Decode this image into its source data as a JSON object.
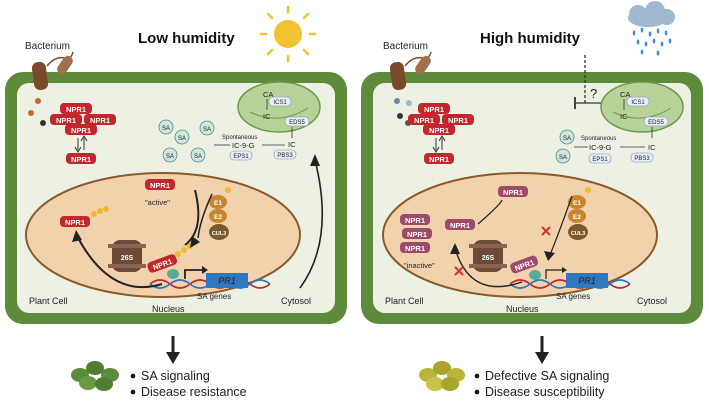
{
  "left_panel": {
    "title": "Low humidity",
    "bacterium_label": "Bacterium",
    "plant_cell_label": "Plant Cell",
    "nucleus_label": "Nucleus",
    "cytosol_label": "Cytosol",
    "npr1_label": "NPR1",
    "active_label": "\"active\"",
    "sa_label": "SA",
    "ca_label": "CA",
    "ics1_label": "ICS1",
    "ic_label": "IC",
    "eds5_label": "EDS5",
    "pbs3_label": "PBS3",
    "eps1_label": "EPS1",
    "ic9g_label": "IC-9-G",
    "spontaneous_label": "Spontaneous",
    "e1_label": "E1",
    "e2_label": "E2",
    "cul3_label": "CUL3",
    "proteasome_label": "26S",
    "pr1_label": "PR1",
    "sa_genes_label": "SA genes",
    "outcomes": [
      "SA signaling",
      "Disease resistance"
    ]
  },
  "right_panel": {
    "title": "High humidity",
    "bacterium_label": "Bacterium",
    "plant_cell_label": "Plant Cell",
    "nucleus_label": "Nucleus",
    "cytosol_label": "Cytosol",
    "npr1_label": "NPR1",
    "inactive_label": "\"inactive\"",
    "question_mark": "?",
    "sa_label": "SA",
    "ca_label": "CA",
    "ics1_label": "ICS1",
    "ic_label": "IC",
    "eds5_label": "EDS5",
    "pbs3_label": "PBS3",
    "eps1_label": "EPS1",
    "ic9g_label": "IC-9-G",
    "spontaneous_label": "Spontaneous",
    "e1_label": "E1",
    "e2_label": "E2",
    "cul3_label": "CUL3",
    "proteasome_label": "26S",
    "pr1_label": "PR1",
    "sa_genes_label": "SA genes",
    "outcomes": [
      "Defective SA signaling",
      "Disease susceptibility"
    ]
  },
  "colors": {
    "cell_wall": "#5e8a3c",
    "cytosol": "#ecf1e4",
    "nucleus": "#f2d2ad",
    "nucleus_border": "#8a5a2b",
    "npr1_red": "#c1272d",
    "npr1_mauve": "#9c4a6a",
    "chloroplast": "#b7d39a",
    "sa_circle": "#cfe6e0",
    "sun": "#f2c230",
    "cloud": "#9fb7cf",
    "rain": "#3a8fd8",
    "pr1_gene": "#2f77c0",
    "plant_healthy": "#5b8c3a",
    "plant_sick": "#b8b53a"
  }
}
